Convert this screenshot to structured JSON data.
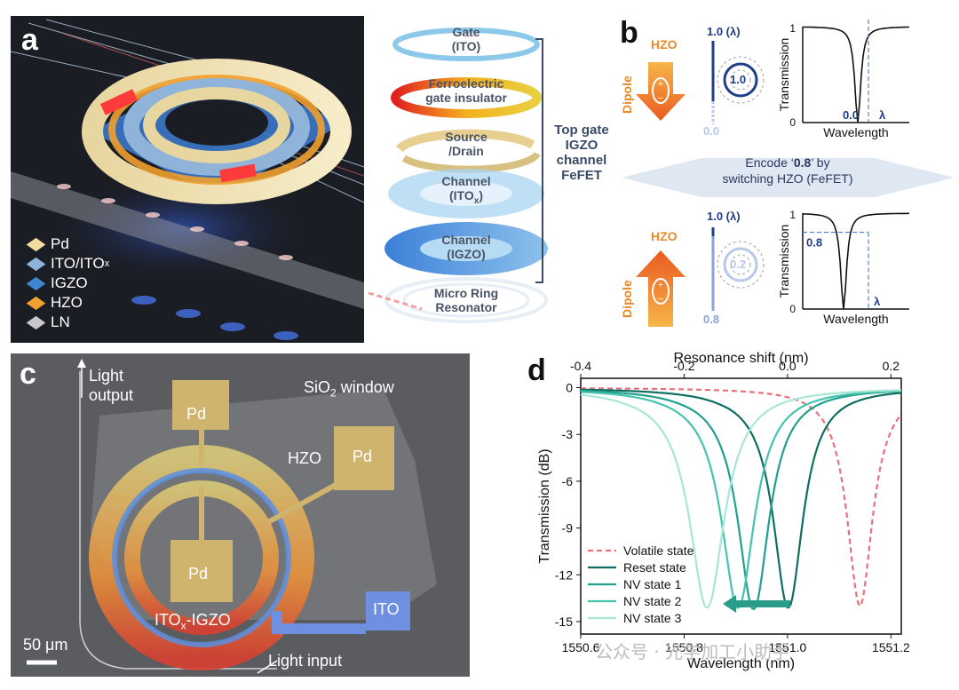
{
  "panel_a": {
    "letter": "a",
    "legend": [
      {
        "label": "Pd",
        "color": "#f2dca0"
      },
      {
        "label": "ITO/ITO",
        "sub": "x",
        "color": "#8fb3d9"
      },
      {
        "label": "IGZO",
        "color": "#3f86d0"
      },
      {
        "label": "HZO",
        "color": "#f0a030"
      },
      {
        "label": "LN",
        "color": "#c8c8c8"
      }
    ],
    "layers": [
      {
        "line1": "Gate",
        "line2": "(ITO)"
      },
      {
        "line1": "Ferroelectric",
        "line2": "gate insulator"
      },
      {
        "line1": "Source",
        "line2": "/Drain"
      },
      {
        "line1": "Channel",
        "line2": "(ITO",
        "sub": "x",
        "tail": ")"
      },
      {
        "line1": "Channel",
        "line2": "(IGZO)"
      },
      {
        "line1": "Micro Ring",
        "line2": "Resonator"
      }
    ],
    "bracket_label": [
      "Top gate",
      "IGZO",
      "channel",
      "FeFET"
    ]
  },
  "panel_b": {
    "letter": "b",
    "hzo": "HZO",
    "dipole": "Dipole",
    "top": {
      "level_top": "1.0 (λ)",
      "level_bottom": "0.0",
      "ring_value": "1.0",
      "marker": "0.0",
      "lambda": "λ"
    },
    "encode_text_pre": "Encode ‘",
    "encode_value": "0.8",
    "encode_text_post": "’ by",
    "encode_line2": "switching HZO (FeFET)",
    "bottom": {
      "level_top": "1.0 (λ)",
      "level_bottom": "0.8",
      "ring_value": "0.2",
      "marker": "0.8",
      "lambda": "λ"
    },
    "plot_ylabel": "Transmission",
    "plot_xlabel": "Wavelength",
    "tick_top": "1",
    "tick_bottom": "0"
  },
  "panel_c": {
    "letter": "c",
    "light_output": [
      "Light",
      "output"
    ],
    "sio2_window": "SiO",
    "sio2_sub": "2",
    "sio2_tail": " window",
    "pd1": "Pd",
    "pd2": "Pd",
    "pd3": "Pd",
    "hzo": "HZO",
    "ito": "ITO",
    "itox_igzo_pre": "ITO",
    "itox_igzo_sub": "x",
    "itox_igzo_post": "-IGZO",
    "light_input": "Light input",
    "scale": "50 μm"
  },
  "panel_d": {
    "letter": "d",
    "watermark": "公众号 · 光学加工小助手"
  },
  "chart_data": {
    "type": "line",
    "xlabel": "Wavelength (nm)",
    "x2label": "Resonance shift (nm)",
    "ylabel": "Transmission (dB)",
    "xlim": [
      1550.6,
      1551.22
    ],
    "x2lim": [
      -0.4,
      0.22
    ],
    "ylim": [
      -15.8,
      0.6
    ],
    "xticks": [
      "1550.6",
      "1550.8",
      "1551.0",
      "1551.2"
    ],
    "x2ticks": [
      "-0.4",
      "-0.2",
      "0.0",
      "0.2"
    ],
    "yticks": [
      "0",
      "-3",
      "-6",
      "-9",
      "-12",
      "-15"
    ],
    "legend_position": "bottom-left",
    "series": [
      {
        "name": "Volatile state",
        "color": "#e8707a",
        "dash": true,
        "center": 1551.14,
        "depth": -14.0,
        "width": 0.03
      },
      {
        "name": "Reset state",
        "color": "#0f6e62",
        "dash": false,
        "center": 1551.002,
        "depth": -14.1,
        "width": 0.034
      },
      {
        "name": "NV state 1",
        "color": "#21a08d",
        "dash": false,
        "center": 1550.935,
        "depth": -14.2,
        "width": 0.036
      },
      {
        "name": "NV state 2",
        "color": "#45c3ad",
        "dash": false,
        "center": 1550.905,
        "depth": -14.1,
        "width": 0.038
      },
      {
        "name": "NV state 3",
        "color": "#a8e6d6",
        "dash": false,
        "center": 1550.845,
        "depth": -14.1,
        "width": 0.04
      }
    ]
  }
}
